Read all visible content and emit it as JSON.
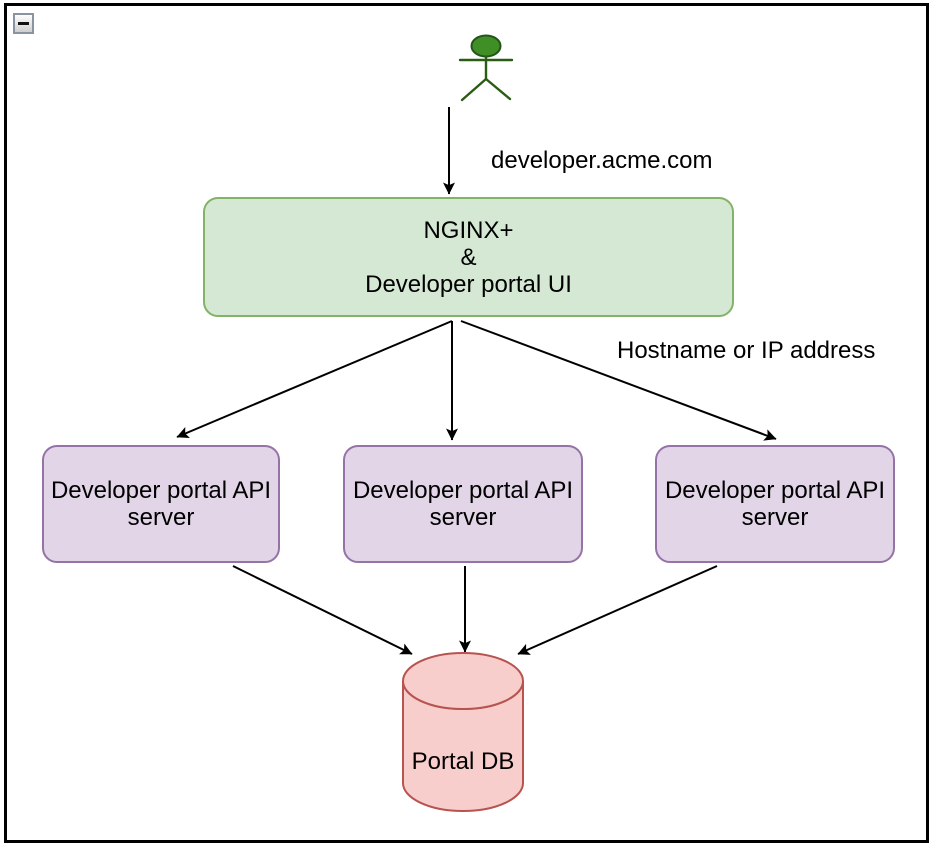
{
  "window": {
    "collapse_icon": "minus-icon"
  },
  "colors": {
    "gateway_fill": "#d5e8d4",
    "gateway_stroke": "#82b366",
    "api_server_fill": "#e1d5e7",
    "api_server_stroke": "#9673a6",
    "database_fill": "#f8cecc",
    "database_stroke": "#b85450",
    "actor_fill": "#3f8e26",
    "actor_stroke": "#23541a",
    "edge_stroke": "#000000"
  },
  "nodes": {
    "actor": {
      "name": "developer-actor"
    },
    "gateway": {
      "label": "NGINX+\n&\nDeveloper portal UI"
    },
    "api_servers": [
      {
        "label": "Developer portal API\nserver"
      },
      {
        "label": "Developer portal API\nserver"
      },
      {
        "label": "Developer portal API\nserver"
      }
    ],
    "database": {
      "label": "Portal DB"
    }
  },
  "edges": [
    {
      "from": "developer-actor",
      "to": "gateway",
      "label": "developer.acme.com"
    },
    {
      "from": "gateway",
      "to": "api-server-1",
      "label": ""
    },
    {
      "from": "gateway",
      "to": "api-server-2",
      "label": ""
    },
    {
      "from": "gateway",
      "to": "api-server-3",
      "label": "Hostname or IP address"
    },
    {
      "from": "api-server-1",
      "to": "database",
      "label": ""
    },
    {
      "from": "api-server-2",
      "to": "database",
      "label": ""
    },
    {
      "from": "api-server-3",
      "to": "database",
      "label": ""
    }
  ]
}
